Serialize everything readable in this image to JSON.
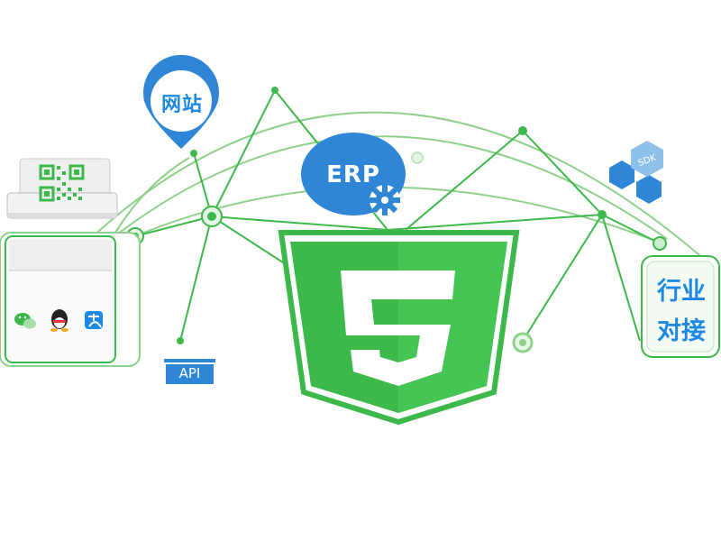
{
  "nodes": {
    "website": "网站",
    "erp": "ERP",
    "sdk": "SDK",
    "api": "API",
    "industry_line1": "行业",
    "industry_line2": "对接",
    "center": "5"
  },
  "colors": {
    "green": "#3cb94a",
    "green_light": "#8fd18c",
    "blue": "#2f86d6",
    "light_blue": "#8ec1ea",
    "white": "#ffffff"
  },
  "icons": [
    "html5-shield-icon",
    "location-pin-icon",
    "gear-icon",
    "qr-code-icon",
    "wechat-icon",
    "qq-icon",
    "alipay-icon",
    "hexagon-icon"
  ]
}
